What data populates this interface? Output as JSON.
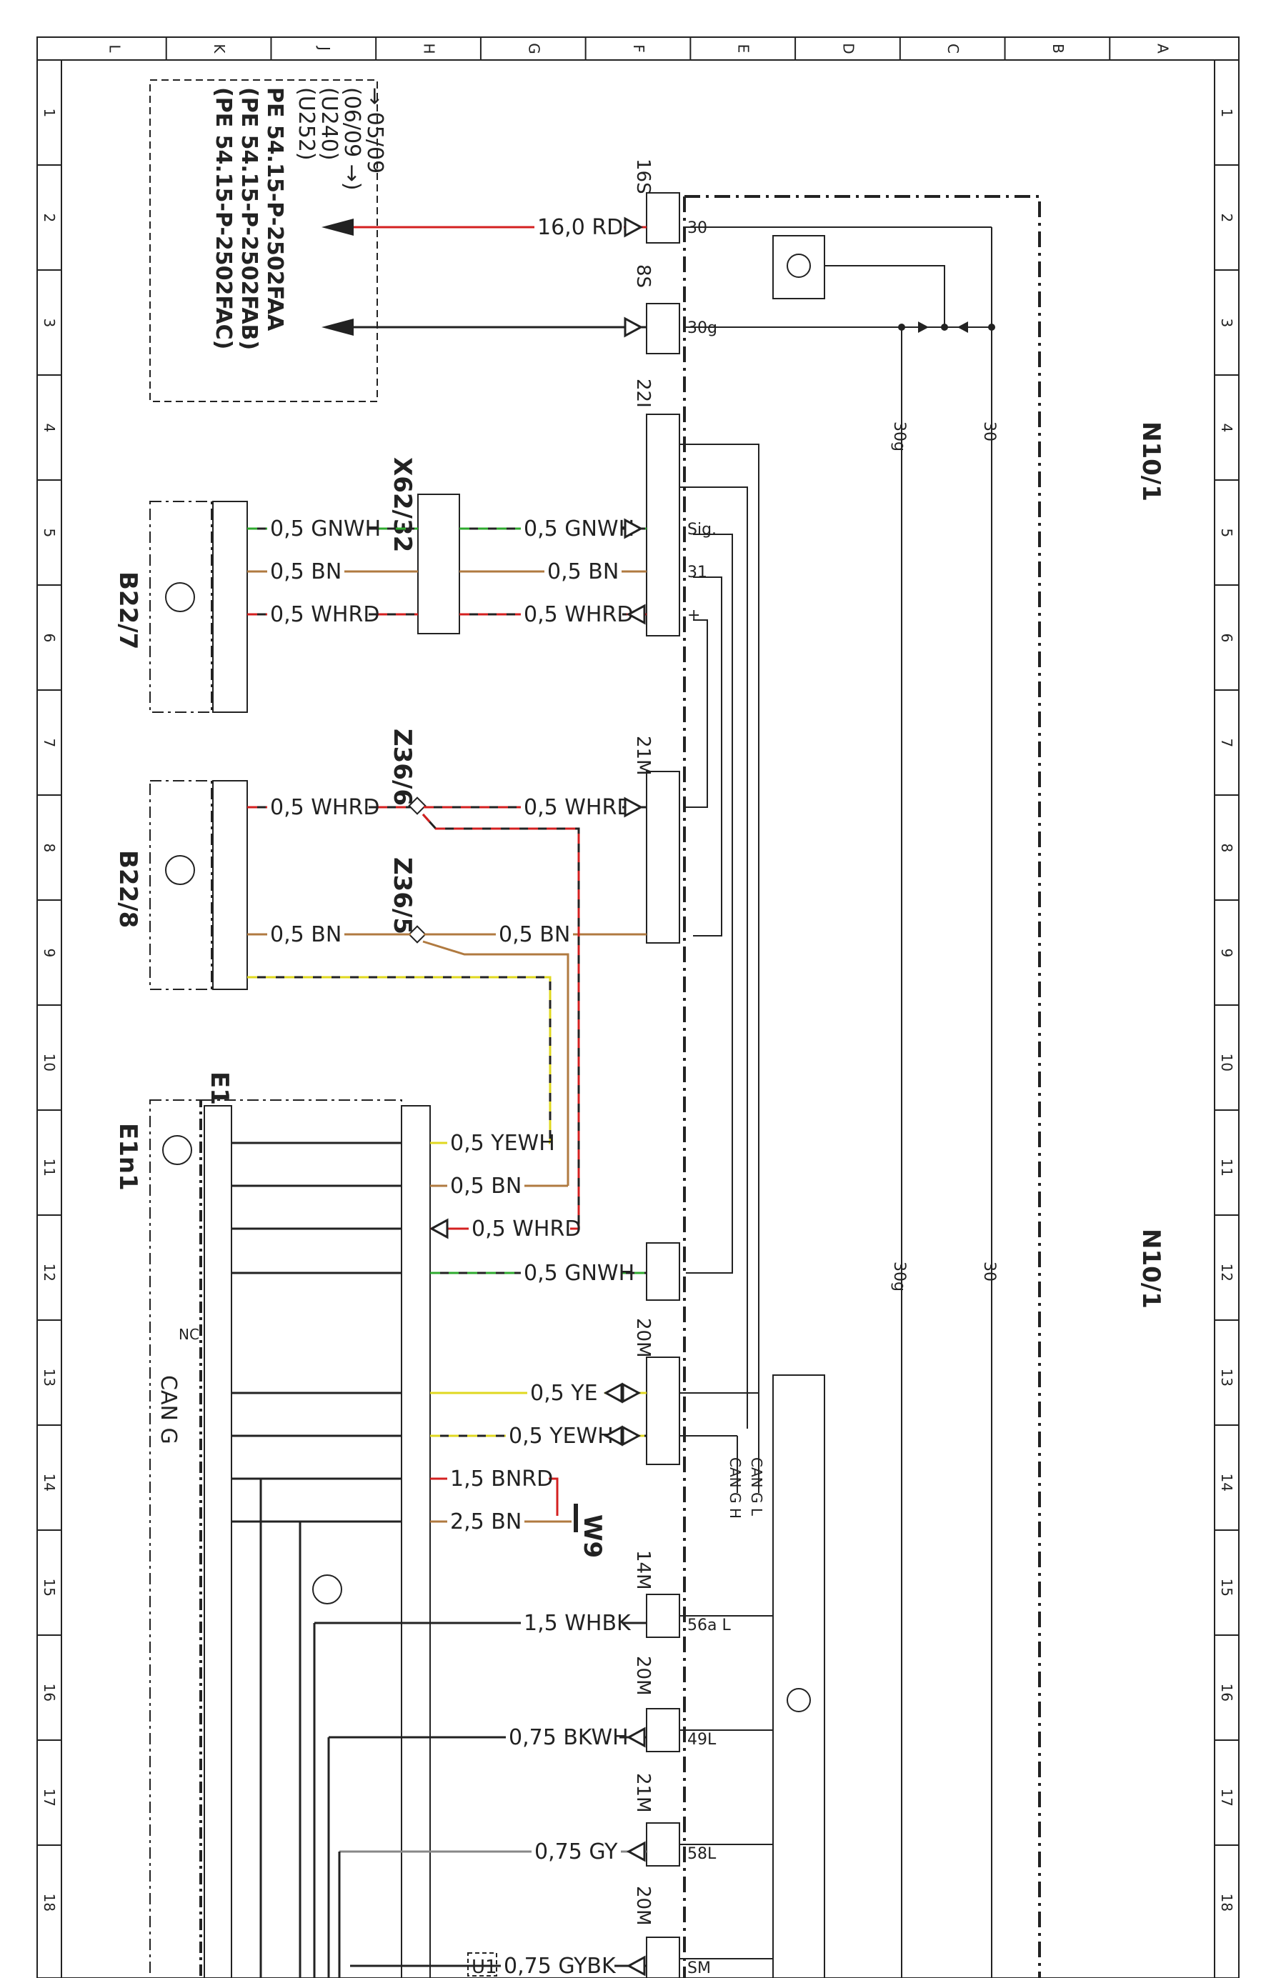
{
  "frame": {
    "top_zones": [
      "L",
      "K",
      "J",
      "H",
      "G",
      "F",
      "E",
      "D",
      "C",
      "B",
      "A"
    ],
    "side_rows": [
      "1",
      "2",
      "3",
      "4",
      "5",
      "6",
      "7",
      "8",
      "9",
      "10",
      "11",
      "12",
      "13",
      "14",
      "15",
      "16",
      "17",
      "18"
    ]
  },
  "notes": {
    "lines": [
      "→ 05/09",
      "(06/09 →)",
      "(U240)",
      "(U252)",
      "PE 54.15-P-2502FAA",
      "(PE 54.15-P-2502FAB)",
      "(PE 54.15-P-2502FAC)"
    ]
  },
  "components": {
    "n10_1": "N10/1",
    "b22_7": "B22/7",
    "b22_8": "B22/8",
    "x62_32": "X62/32",
    "z36_6": "Z36/6",
    "z36_5": "Z36/5",
    "e1": "E1",
    "e1n1": "E1n1",
    "w9": "W9",
    "u1": "U1"
  },
  "connectors": {
    "c16s": "16S",
    "c8s": "8S",
    "c22i": "22I",
    "c21m_a": "21M",
    "c20m_a": "20M",
    "c14m": "14M",
    "c20m_b": "20M",
    "c21m_b": "21M",
    "c20m_c": "20M"
  },
  "wires": [
    {
      "id": "w1",
      "label": "16,0 RD",
      "color": "#d42020"
    },
    {
      "id": "w2",
      "label": "0,5 GNWH",
      "color": "#2eaa2e"
    },
    {
      "id": "w3",
      "label": "0,5 GNWH",
      "color": "#2eaa2e"
    },
    {
      "id": "w4",
      "label": "0,5 BN",
      "color": "#b07a40"
    },
    {
      "id": "w5",
      "label": "0,5 BN",
      "color": "#b07a40"
    },
    {
      "id": "w6",
      "label": "0,5 WHRD",
      "color": "#d42020"
    },
    {
      "id": "w7",
      "label": "0,5 WHRD",
      "color": "#d42020"
    },
    {
      "id": "w8",
      "label": "0,5 WHRD",
      "color": "#d42020"
    },
    {
      "id": "w9",
      "label": "0,5 WHRD",
      "color": "#d42020"
    },
    {
      "id": "w10",
      "label": "0,5 BN",
      "color": "#b07a40"
    },
    {
      "id": "w11",
      "label": "0,5 BN",
      "color": "#b07a40"
    },
    {
      "id": "w12",
      "label": "0,5 YEWH",
      "color": "#e0d820"
    },
    {
      "id": "w13",
      "label": "0,5 BN",
      "color": "#b07a40"
    },
    {
      "id": "w14",
      "label": "0,5 WHRD",
      "color": "#d42020"
    },
    {
      "id": "w15",
      "label": "0,5 GNWH",
      "color": "#2eaa2e"
    },
    {
      "id": "w16",
      "label": "0,5 YE",
      "color": "#e0d820"
    },
    {
      "id": "w17",
      "label": "0,5 YEWH",
      "color": "#e0d820"
    },
    {
      "id": "w18",
      "label": "1,5 BNRD",
      "color": "#d42020"
    },
    {
      "id": "w19",
      "label": "2,5 BN",
      "color": "#b07a40"
    },
    {
      "id": "w20",
      "label": "1,5 WHBK",
      "color": "#222222"
    },
    {
      "id": "w21",
      "label": "0,75 BKWH",
      "color": "#222222"
    },
    {
      "id": "w22",
      "label": "0,75 GY",
      "color": "#888888"
    },
    {
      "id": "w23",
      "label": "0,75 GYBK",
      "color": "#222222"
    }
  ],
  "n10_pins": {
    "p30": "30",
    "p30g": "30g",
    "sig": "Sig.",
    "p31": "31",
    "plus": "+",
    "p56a": "56a L",
    "p49l": "49L",
    "p58l": "58L",
    "sm": "SM"
  },
  "internal_labels": {
    "l30": "30",
    "l30g": "30g",
    "can_l": "CAN G L",
    "can_h": "CAN G H"
  },
  "e1_labels": {
    "nc": "NC",
    "can": "CAN G"
  }
}
